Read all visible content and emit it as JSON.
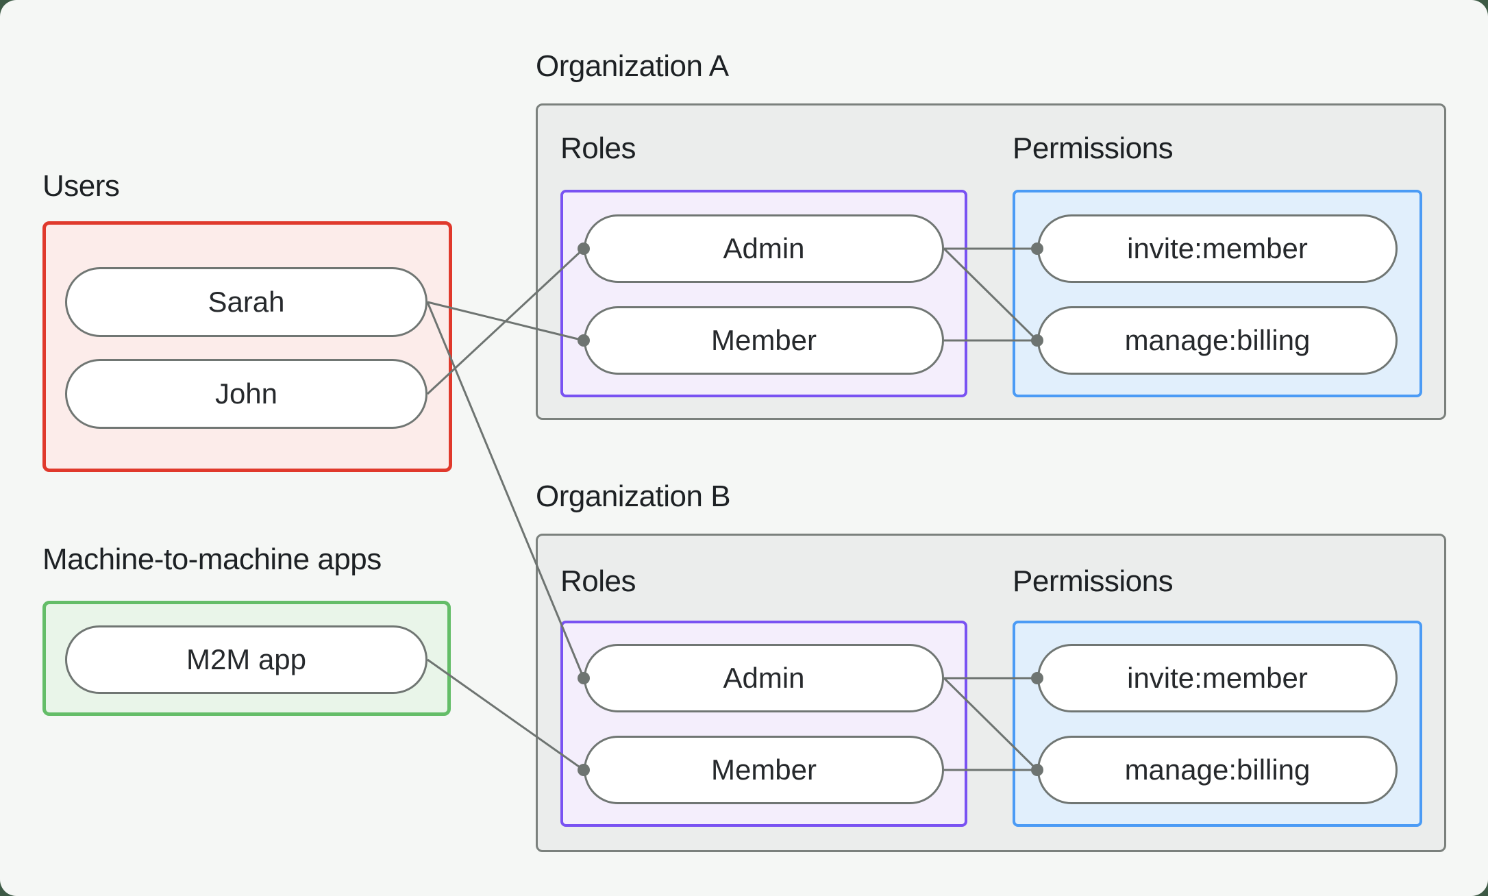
{
  "page": {
    "background_outer": "#3d5a45",
    "background_card": "#f5f7f5"
  },
  "colors": {
    "edge": "#6e7471",
    "pill_border": "#707673",
    "users_border": "#e0392c",
    "users_fill": "#fcecea",
    "m2m_border": "#64bd68",
    "m2m_fill": "#e9f5e9",
    "roles_border": "#7952f2",
    "roles_fill": "#f4eefc",
    "permissions_border": "#4b9bf5",
    "permissions_fill": "#e1effc",
    "org_container_border": "#7b817d",
    "org_container_fill": "#ebedec"
  },
  "users_group": {
    "label": "Users",
    "items": [
      {
        "label": "Sarah"
      },
      {
        "label": "John"
      }
    ]
  },
  "m2m_group": {
    "label": "Machine-to-machine apps",
    "items": [
      {
        "label": "M2M app"
      }
    ]
  },
  "org_a": {
    "label": "Organization A",
    "roles_label": "Roles",
    "permissions_label": "Permissions",
    "roles": [
      {
        "label": "Admin"
      },
      {
        "label": "Member"
      }
    ],
    "permissions": [
      {
        "label": "invite:member"
      },
      {
        "label": "manage:billing"
      }
    ]
  },
  "org_b": {
    "label": "Organization B",
    "roles_label": "Roles",
    "permissions_label": "Permissions",
    "roles": [
      {
        "label": "Admin"
      },
      {
        "label": "Member"
      }
    ],
    "permissions": [
      {
        "label": "invite:member"
      },
      {
        "label": "manage:billing"
      }
    ]
  },
  "edges": [
    {
      "from": "node-sarah",
      "to": "node-orga-member"
    },
    {
      "from": "node-john",
      "to": "node-orga-admin"
    },
    {
      "from": "node-sarah",
      "to": "node-orgb-admin"
    },
    {
      "from": "node-m2m-app",
      "to": "node-orgb-member"
    },
    {
      "from": "node-orga-admin",
      "to": "node-orga-invite"
    },
    {
      "from": "node-orga-admin",
      "to": "node-orga-billing"
    },
    {
      "from": "node-orga-member",
      "to": "node-orga-billing"
    },
    {
      "from": "node-orgb-admin",
      "to": "node-orgb-invite"
    },
    {
      "from": "node-orgb-admin",
      "to": "node-orgb-billing"
    },
    {
      "from": "node-orgb-member",
      "to": "node-orgb-billing"
    }
  ]
}
